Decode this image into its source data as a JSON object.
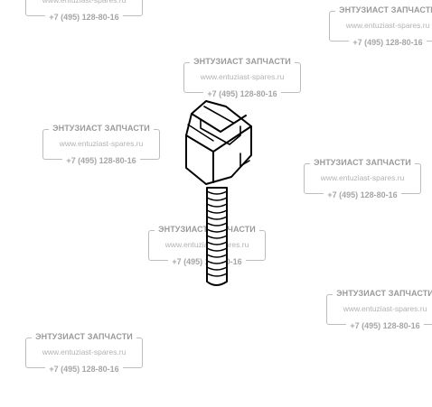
{
  "watermark": {
    "name": "ЭНТУЗИАСТ ЗАПЧАСТИ",
    "url": "www.entuziast-spares.ru",
    "phone": "+7 (495) 128-80-16",
    "color": "#9a9a9a"
  },
  "part_illustration": {
    "description_icon": "bolt-icon",
    "line_color": "#000000"
  }
}
